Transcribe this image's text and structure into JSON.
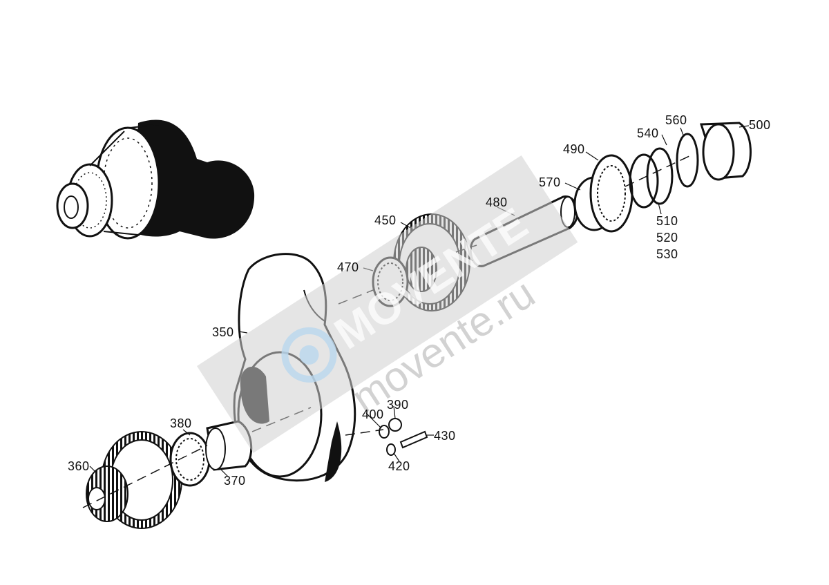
{
  "diagram": {
    "part_labels": [
      {
        "id": "p500",
        "text": "500"
      },
      {
        "id": "p560",
        "text": "560"
      },
      {
        "id": "p540",
        "text": "540"
      },
      {
        "id": "p490",
        "text": "490"
      },
      {
        "id": "p570",
        "text": "570"
      },
      {
        "id": "p480",
        "text": "480"
      },
      {
        "id": "p450",
        "text": "450"
      },
      {
        "id": "p510",
        "text": "510"
      },
      {
        "id": "p520",
        "text": "520"
      },
      {
        "id": "p530",
        "text": "530"
      },
      {
        "id": "p470",
        "text": "470"
      },
      {
        "id": "p350",
        "text": "350"
      },
      {
        "id": "p390",
        "text": "390"
      },
      {
        "id": "p400",
        "text": "400"
      },
      {
        "id": "p430",
        "text": "430"
      },
      {
        "id": "p380",
        "text": "380"
      },
      {
        "id": "p420",
        "text": "420"
      },
      {
        "id": "p360",
        "text": "360"
      },
      {
        "id": "p370",
        "text": "370"
      }
    ]
  },
  "watermark": {
    "brand": "MOVENTE",
    "site": "movente.ru",
    "color": "#c8c8c8"
  }
}
